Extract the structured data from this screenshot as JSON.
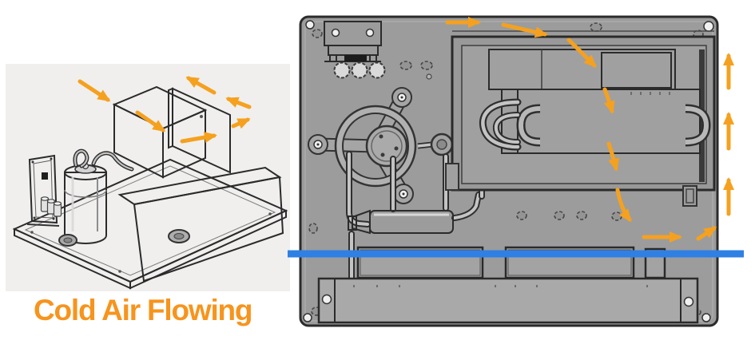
{
  "caption": {
    "text": "Cold Air Flowing"
  },
  "colors": {
    "caption_orange": "#f7941d",
    "arrow_orange": "#f5a11f",
    "divider_blue": "#2f80e4",
    "panel_gray": "#9c9c9c",
    "panel_line": "#2b2b2b",
    "left_bg": "#f0efee",
    "page_bg": "#ffffff"
  },
  "icons": {
    "airflow_arrow": "orange airflow arrow",
    "divider": "blue horizontal divider line"
  }
}
